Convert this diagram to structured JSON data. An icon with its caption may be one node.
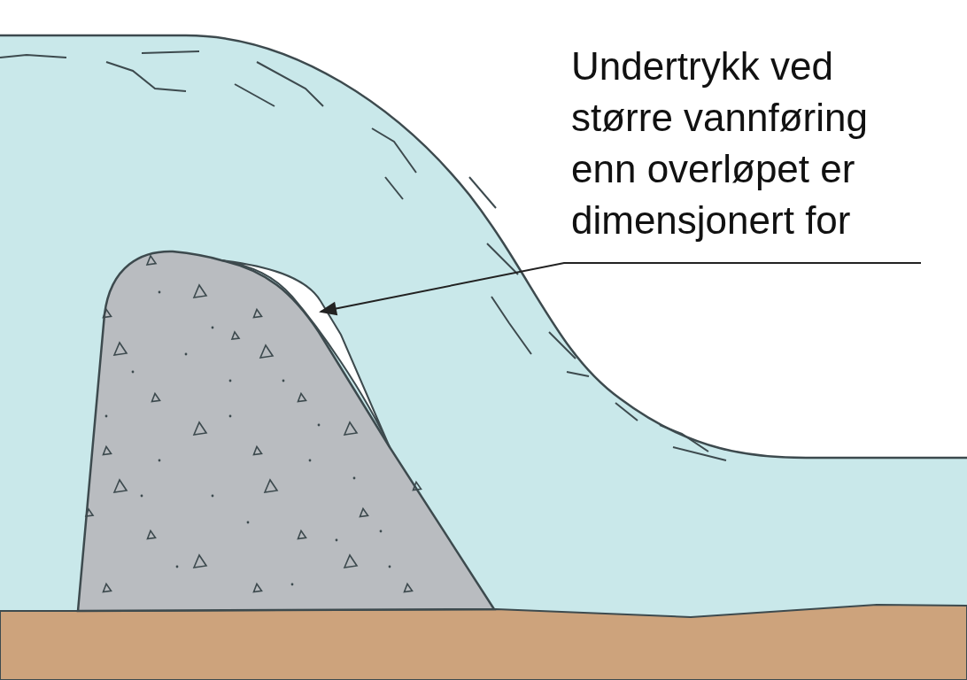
{
  "diagram": {
    "nodes": [
      {
        "text": [
          "Undertrykk ved større vannføring enn overløpet er dimensjonert for"
        ]
      },
      {
        "text": [],
        "shape": "crescent"
      }
    ],
    "edges": [
      {
        "from": 0,
        "to": 1,
        "arrow": "to"
      }
    ]
  }
}
